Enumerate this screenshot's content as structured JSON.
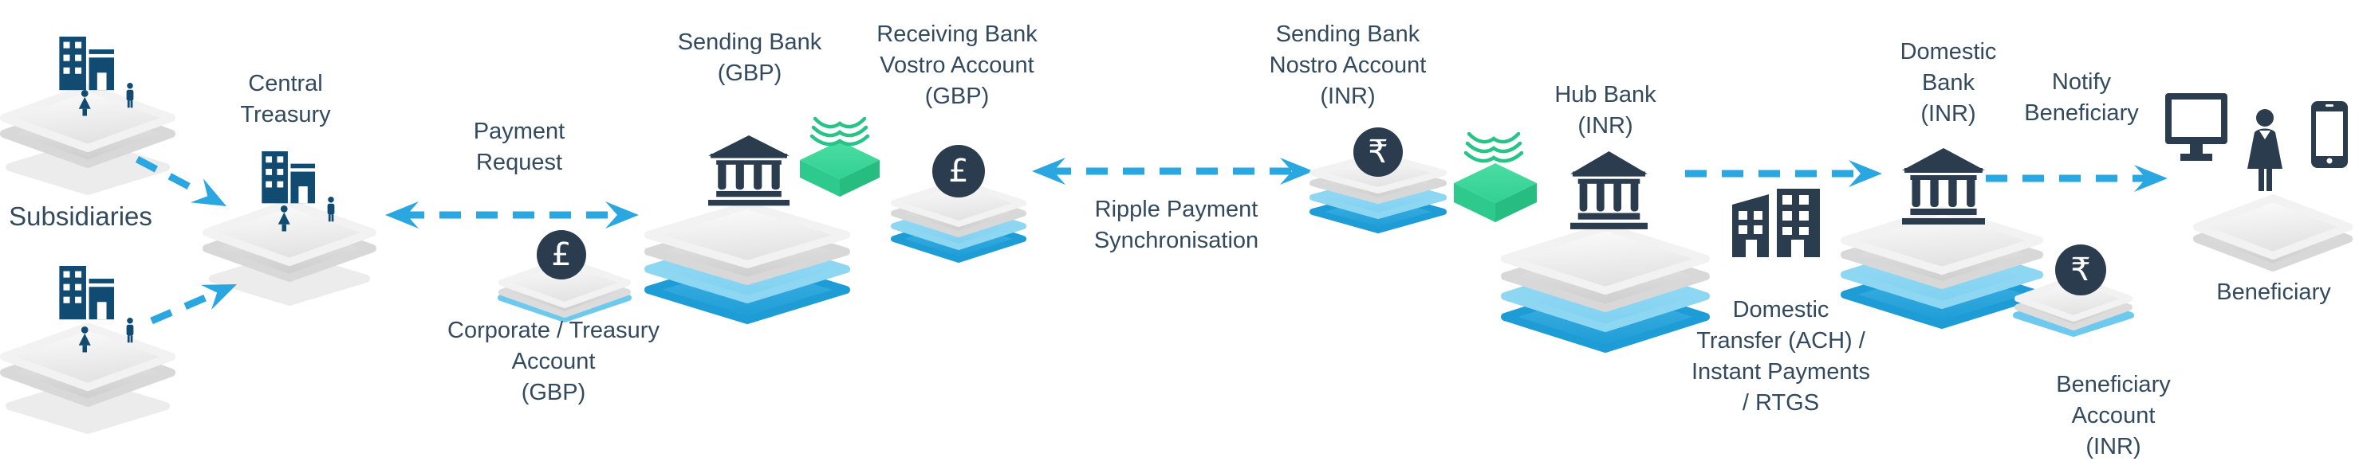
{
  "labels": {
    "subsidiaries": "Subsidiaries",
    "central_treasury": "Central\nTreasury",
    "payment_request": "Payment\nRequest",
    "corporate_account": "Corporate / Treasury\nAccount\n(GBP)",
    "sending_bank": "Sending Bank\n(GBP)",
    "vostro_account": "Receiving Bank\nVostro Account\n(GBP)",
    "ripple_sync": "Ripple Payment\nSynchronisation",
    "nostro_account": "Sending Bank\nNostro Account\n(INR)",
    "hub_bank": "Hub Bank\n(INR)",
    "domestic_transfer": "Domestic\nTransfer (ACH) /\nInstant Payments\n/ RTGS",
    "domestic_bank": "Domestic\nBank\n(INR)",
    "notify_beneficiary": "Notify\nBeneficiary",
    "beneficiary": "Beneficiary",
    "beneficiary_account": "Beneficiary\nAccount\n(INR)"
  },
  "badges": {
    "corporate_account": "£",
    "vostro_account": "£",
    "nostro_account": "₹",
    "beneficiary_account": "₹"
  },
  "colors": {
    "arrow_blue": "#2AA7E0",
    "icon_slate": "#2B3C4E",
    "building_blue": "#114B72",
    "text": "#334A5E",
    "green_cube": "#33D093",
    "platform_blue_top": "#8ED7F3",
    "platform_blue_side": "#1E9CD6",
    "platform_white": "#F4F4F4"
  },
  "icons": {
    "subsidiary": "office-building-with-people",
    "central_treasury": "office-building-with-people",
    "bank": "classical-bank-columns",
    "ripple": "green-cube-with-waves",
    "currency_gbp": "pound-circle-badge",
    "currency_inr": "rupee-circle-badge",
    "domestic_transfer": "two-city-buildings",
    "beneficiary_devices": "monitor-person-smartphone"
  }
}
